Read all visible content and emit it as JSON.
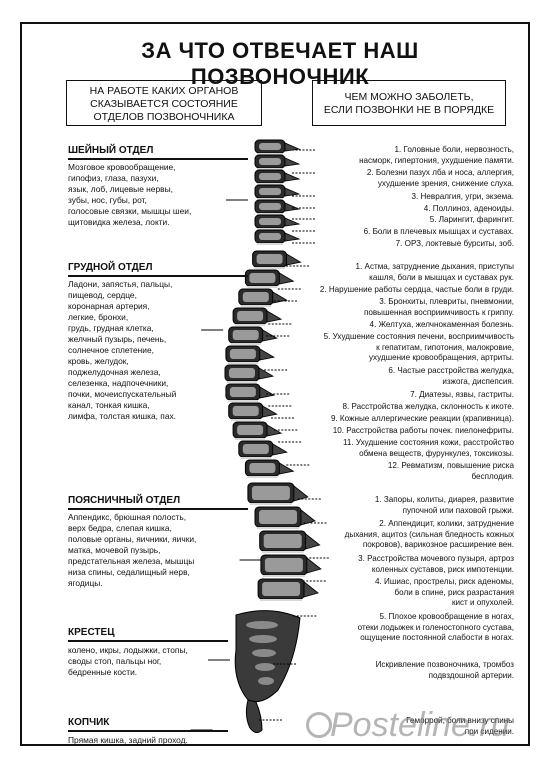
{
  "title": "ЗА ЧТО ОТВЕЧАЕТ НАШ ПОЗВОНОЧНИК",
  "header_left": [
    "НА РАБОТЕ КАКИХ ОРГАНОВ",
    "СКАЗЫВАЕТСЯ СОСТОЯНИЕ",
    "ОТДЕЛОВ ПОЗВОНОЧНИКА"
  ],
  "header_right": [
    "ЧЕМ МОЖНО ЗАБОЛЕТЬ,",
    "ЕСЛИ ПОЗВОНКИ НЕ В ПОРЯДКЕ"
  ],
  "sections": [
    {
      "name": "ШЕЙНЫЙ ОТДЕЛ",
      "organs": [
        "Мозговое кровообращение,",
        "гипофиз, глаза, пазухи,",
        "язык, лоб, лицевые нервы,",
        "зубы, нос, губы, рот,",
        "голосовые связки, мышцы шеи,",
        "щитовидка железа, локти."
      ],
      "diseases": [
        [
          "1. Головные боли, нервозность,",
          "насморк, гипертония, ухудшение памяти."
        ],
        [
          "2. Болезни пазух лба и носа, аллергия,",
          "ухудшение зрения, снижение слуха."
        ],
        [
          "3. Невралгия, угри, экзема."
        ],
        [
          "4. Поллиноз, аденоиды."
        ],
        [
          "5. Ларингит, фарингит."
        ],
        [
          "6. Боли в плечевых мышцах и суставах."
        ],
        [
          "7. ОРЗ, локтевые бурситы, зоб."
        ]
      ]
    },
    {
      "name": "ГРУДНОЙ ОТДЕЛ",
      "organs": [
        "Ладони, запястья, пальцы,",
        "пищевод, сердце,",
        "коронарная артерия,",
        "легкие, бронхи,",
        "грудь, грудная клетка,",
        "желчный пузырь, печень,",
        "солнечное сплетение,",
        "кровь, желудок,",
        "поджелудочная железа,",
        "селезенка, надпочечники,",
        "почки, мочеиспускательный",
        "канал, тонкая кишка,",
        "лимфа, толстая кишка, пах."
      ],
      "diseases": [
        [
          "1. Астма, затруднение дыхания, приступы",
          "кашля, боли в мышцах и суставах рук."
        ],
        [
          "2. Нарушение работы сердца, частые боли в груди."
        ],
        [
          "3. Бронхиты, плевриты, пневмонии,",
          "повышенная восприимчивость к гриппу."
        ],
        [
          "4. Желтуха, желчнокаменная болезнь."
        ],
        [
          "5. Ухудшение состояния печени, восприимчивость",
          "к гепатитам, гипотония, малокровие,",
          "ухудшение кровообращения, артриты."
        ],
        [
          "6. Частые расстройства желудка,",
          "изжога, диспепсия."
        ],
        [
          "7. Диатезы, язвы, гастриты."
        ],
        [
          "8. Расстройства желудка, склонность к икоте."
        ],
        [
          "9. Кожные аллергические реакции (крапивница)."
        ],
        [
          "10. Расстройства работы почек. пиелонефриты."
        ],
        [
          "11. Ухудшение состояния кожи, расстройство",
          "обмена веществ, фурункулез, токсикозы."
        ],
        [
          "12. Ревматизм, повышение риска",
          "бесплодия."
        ]
      ]
    },
    {
      "name": "ПОЯСНИЧНЫЙ ОТДЕЛ",
      "organs": [
        "Аппендикс, брюшная полость,",
        "верх бедра, слепая кишка,",
        "половые органы, яичники, яички,",
        "матка, мочевой пузырь,",
        "предстательная железа, мышцы",
        "низа спины, седалищный нерв,",
        "ягодицы."
      ],
      "diseases": [
        [
          "1. Запоры, колиты, диарея, развитие",
          "пупочной или паховой грыжи."
        ],
        [
          "2. Аппендицит, колики, затруднение",
          "дыхания, ацитоз (сильная бледность кожных",
          "покровов), варикозное расширение вен."
        ],
        [
          "3. Расстройства мочевого пузыря, артроз",
          "коленных суставов, риск импотенции."
        ],
        [
          "4. Ишиас, прострелы, риск аденомы,",
          "боли в спине, риск разрастания",
          "кист и опухолей."
        ],
        [
          "5. Плохое кровообращение в ногах,",
          "отеки лодыжек и голеностопного сустава,",
          "ощущение постоянной слабости в ногах."
        ]
      ]
    },
    {
      "name": "КРЕСТЕЦ",
      "organs": [
        "колено, икры, лодыжки, стопы,",
        "своды стоп, пальцы ног,",
        "бедренные кости."
      ],
      "diseases": [
        [
          "Искривление позвоночника, тромбоз",
          "подвздошной артерии."
        ]
      ]
    },
    {
      "name": "КОПЧИК",
      "organs": [
        "Прямая кишка, задний проход."
      ],
      "diseases": [
        [
          "Геморрой, боли внизу спины",
          "при сидении."
        ]
      ]
    }
  ],
  "watermark": "Posteline.ru"
}
